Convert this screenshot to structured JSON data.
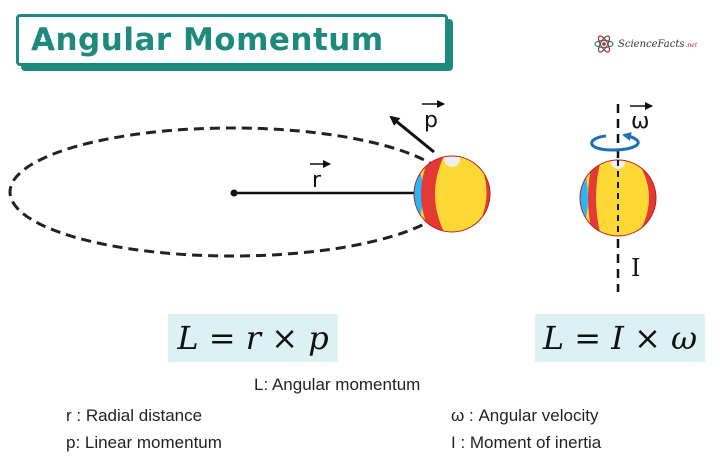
{
  "title": "Angular Momentum",
  "logo": {
    "icon": "atom-icon",
    "text": "ScienceFacts",
    "suffix": ".net"
  },
  "diagram_labels": {
    "r": "r",
    "p": "p",
    "omega": "ω",
    "inertia": "I"
  },
  "equations": {
    "left": "L = r × p",
    "right": "L = I × ω"
  },
  "legend": {
    "angular_momentum": "L: Angular momentum",
    "radial_distance": "r : Radial distance",
    "linear_momentum": "p: Linear momentum",
    "angular_velocity": "ω : Angular velocity",
    "moment_of_inertia": "I : Moment of inertia"
  },
  "colors": {
    "accent": "#1e8a7e",
    "equation_bg": "#dcf1f4",
    "ball_red": "#e53935",
    "ball_yellow": "#fdd835",
    "ball_blue": "#29b6f6",
    "rotation_arrow": "#1f6fb2"
  }
}
